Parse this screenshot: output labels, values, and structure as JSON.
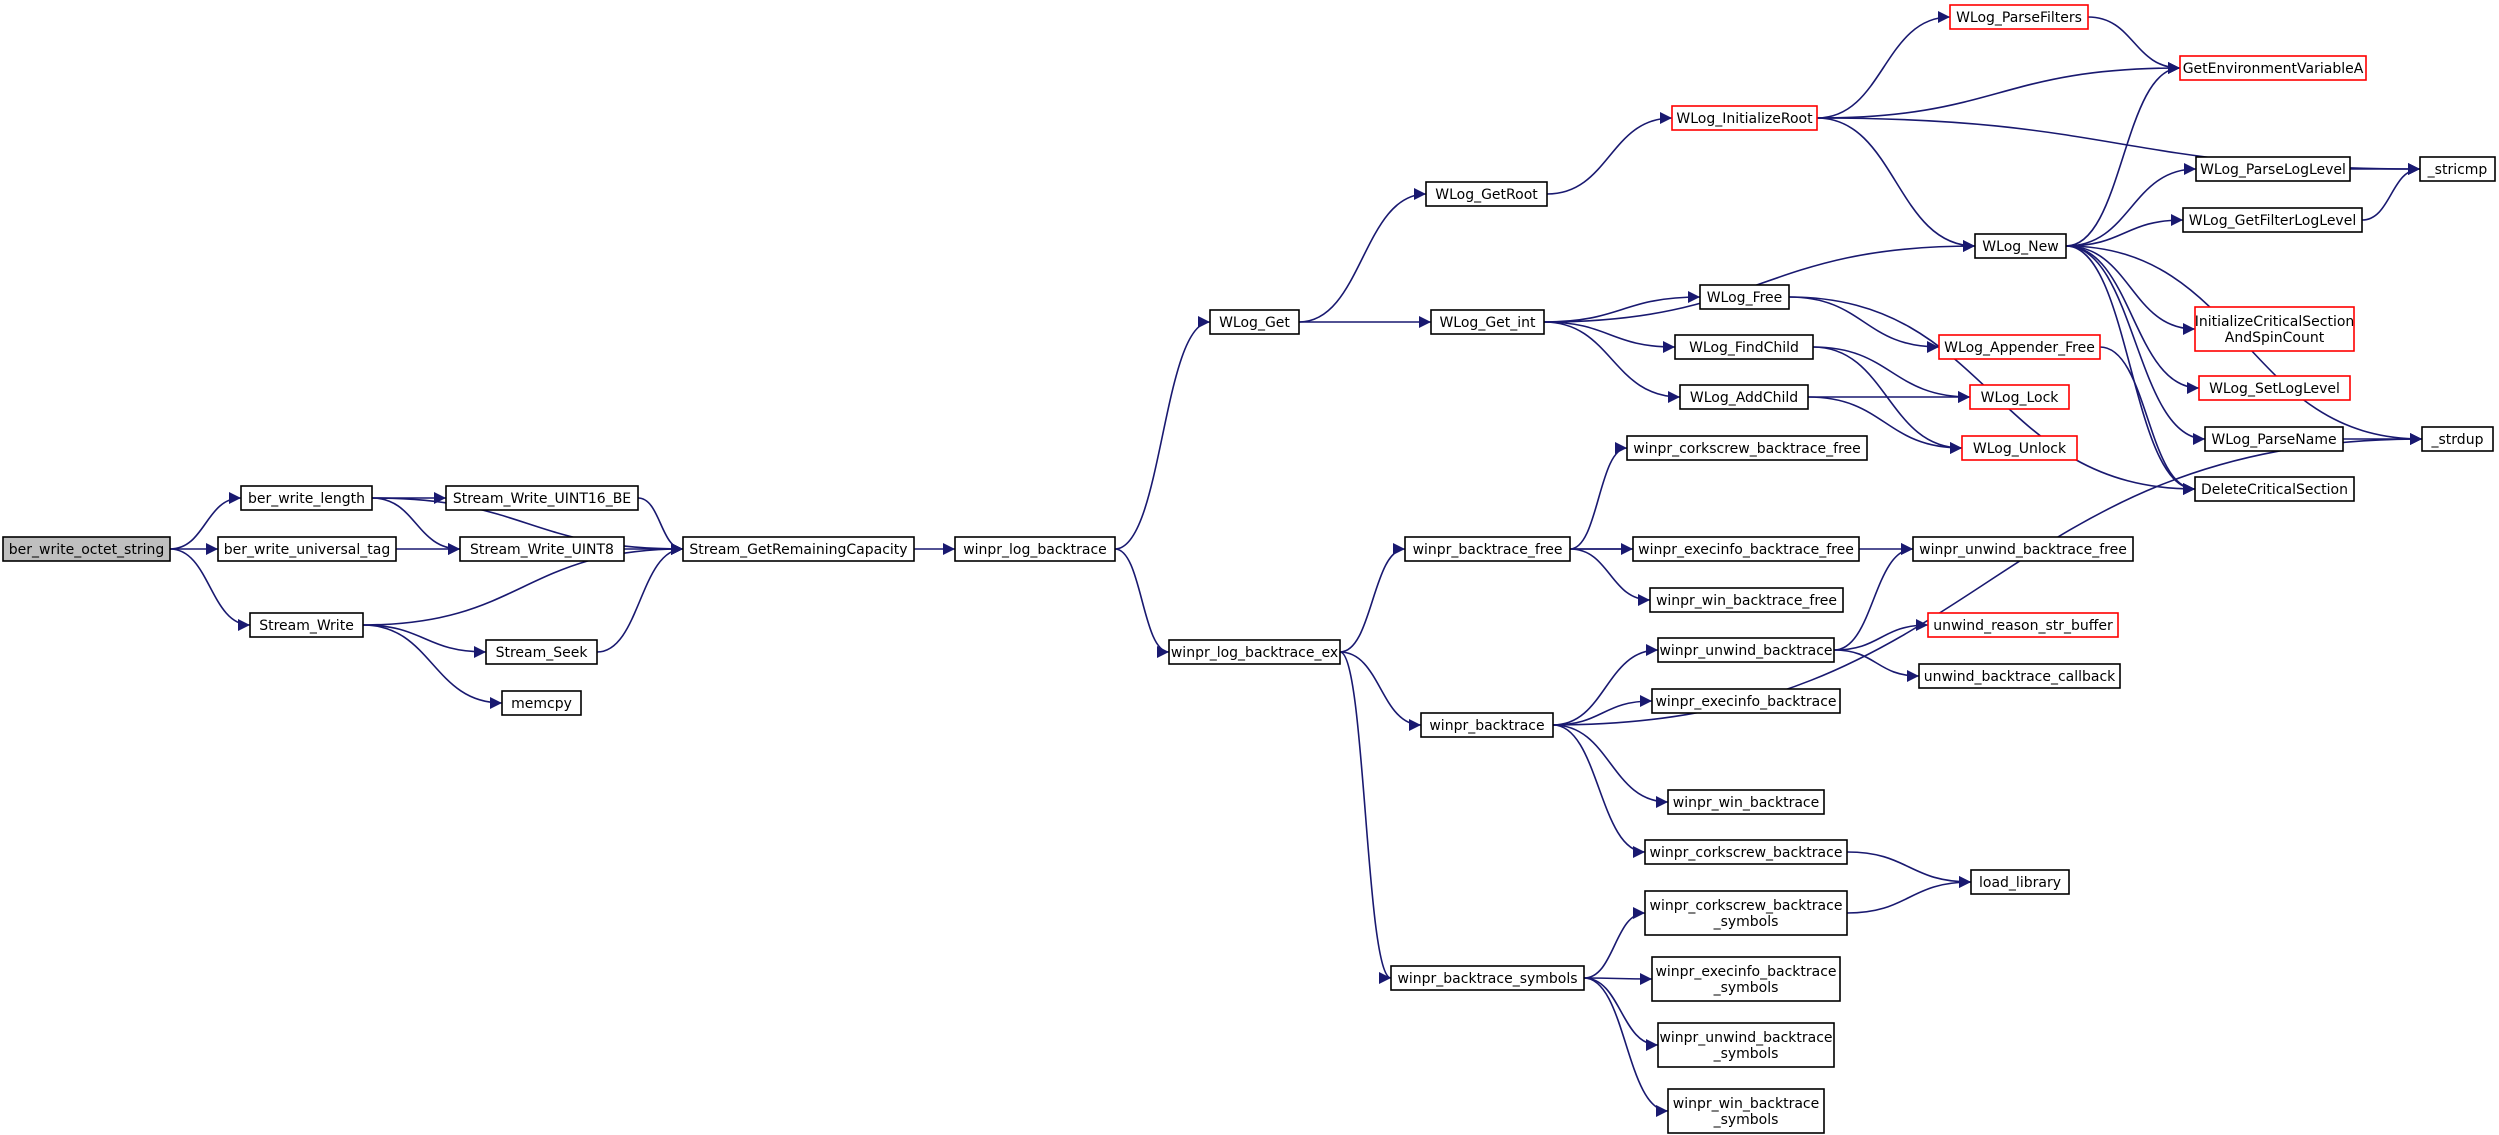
{
  "colors": {
    "edge": "#191970",
    "node_border": "#000000",
    "node_border_truncated": "#ff0000",
    "root_fill": "#bfbfbf",
    "node_fill": "#ffffff"
  },
  "nodes": {
    "ber_write_octet_string": {
      "lines": [
        "ber_write_octet_string"
      ],
      "variant": "root"
    },
    "ber_write_length": {
      "lines": [
        "ber_write_length"
      ]
    },
    "ber_write_universal_tag": {
      "lines": [
        "ber_write_universal_tag"
      ]
    },
    "Stream_Write": {
      "lines": [
        "Stream_Write"
      ]
    },
    "Stream_Write_UINT16_BE": {
      "lines": [
        "Stream_Write_UINT16_BE"
      ]
    },
    "Stream_Write_UINT8": {
      "lines": [
        "Stream_Write_UINT8"
      ]
    },
    "Stream_Seek": {
      "lines": [
        "Stream_Seek"
      ]
    },
    "memcpy": {
      "lines": [
        "memcpy"
      ]
    },
    "Stream_GetRemainingCapacity": {
      "lines": [
        "Stream_GetRemainingCapacity"
      ]
    },
    "winpr_log_backtrace": {
      "lines": [
        "winpr_log_backtrace"
      ]
    },
    "WLog_Get": {
      "lines": [
        "WLog_Get"
      ]
    },
    "winpr_log_backtrace_ex": {
      "lines": [
        "winpr_log_backtrace_ex"
      ]
    },
    "WLog_GetRoot": {
      "lines": [
        "WLog_GetRoot"
      ]
    },
    "WLog_Get_int": {
      "lines": [
        "WLog_Get_int"
      ]
    },
    "winpr_backtrace_free": {
      "lines": [
        "winpr_backtrace_free"
      ]
    },
    "winpr_backtrace": {
      "lines": [
        "winpr_backtrace"
      ]
    },
    "winpr_backtrace_symbols": {
      "lines": [
        "winpr_backtrace_symbols"
      ]
    },
    "WLog_InitializeRoot": {
      "lines": [
        "WLog_InitializeRoot"
      ],
      "variant": "truncated"
    },
    "WLog_ParseFilters": {
      "lines": [
        "WLog_ParseFilters"
      ],
      "variant": "truncated"
    },
    "GetEnvironmentVariableA": {
      "lines": [
        "GetEnvironmentVariableA"
      ],
      "variant": "truncated"
    },
    "_stricmp": {
      "lines": [
        "_stricmp"
      ]
    },
    "WLog_New": {
      "lines": [
        "WLog_New"
      ]
    },
    "WLog_Free": {
      "lines": [
        "WLog_Free"
      ]
    },
    "WLog_FindChild": {
      "lines": [
        "WLog_FindChild"
      ]
    },
    "WLog_AddChild": {
      "lines": [
        "WLog_AddChild"
      ]
    },
    "WLog_ParseLogLevel": {
      "lines": [
        "WLog_ParseLogLevel"
      ]
    },
    "WLog_GetFilterLogLevel": {
      "lines": [
        "WLog_GetFilterLogLevel"
      ]
    },
    "InitializeCriticalSectionAndSpinCount": {
      "lines": [
        "InitializeCriticalSection",
        "AndSpinCount"
      ],
      "variant": "truncated"
    },
    "WLog_SetLogLevel": {
      "lines": [
        "WLog_SetLogLevel"
      ],
      "variant": "truncated"
    },
    "WLog_ParseName": {
      "lines": [
        "WLog_ParseName"
      ]
    },
    "_strdup": {
      "lines": [
        "_strdup"
      ]
    },
    "DeleteCriticalSection": {
      "lines": [
        "DeleteCriticalSection"
      ]
    },
    "WLog_Appender_Free": {
      "lines": [
        "WLog_Appender_Free"
      ],
      "variant": "truncated"
    },
    "WLog_Lock": {
      "lines": [
        "WLog_Lock"
      ],
      "variant": "truncated"
    },
    "WLog_Unlock": {
      "lines": [
        "WLog_Unlock"
      ],
      "variant": "truncated"
    },
    "winpr_corkscrew_backtrace_free": {
      "lines": [
        "winpr_corkscrew_backtrace_free"
      ]
    },
    "winpr_execinfo_backtrace_free": {
      "lines": [
        "winpr_execinfo_backtrace_free"
      ]
    },
    "winpr_unwind_backtrace_free": {
      "lines": [
        "winpr_unwind_backtrace_free"
      ]
    },
    "winpr_win_backtrace_free": {
      "lines": [
        "winpr_win_backtrace_free"
      ]
    },
    "winpr_unwind_backtrace": {
      "lines": [
        "winpr_unwind_backtrace"
      ]
    },
    "unwind_reason_str_buffer": {
      "lines": [
        "unwind_reason_str_buffer"
      ],
      "variant": "truncated"
    },
    "unwind_backtrace_callback": {
      "lines": [
        "unwind_backtrace_callback"
      ]
    },
    "winpr_execinfo_backtrace": {
      "lines": [
        "winpr_execinfo_backtrace"
      ]
    },
    "winpr_win_backtrace": {
      "lines": [
        "winpr_win_backtrace"
      ]
    },
    "winpr_corkscrew_backtrace": {
      "lines": [
        "winpr_corkscrew_backtrace"
      ]
    },
    "load_library": {
      "lines": [
        "load_library"
      ]
    },
    "winpr_corkscrew_backtrace_symbols": {
      "lines": [
        "winpr_corkscrew_backtrace",
        "_symbols"
      ]
    },
    "winpr_execinfo_backtrace_symbols": {
      "lines": [
        "winpr_execinfo_backtrace",
        "_symbols"
      ]
    },
    "winpr_unwind_backtrace_symbols": {
      "lines": [
        "winpr_unwind_backtrace",
        "_symbols"
      ]
    },
    "winpr_win_backtrace_symbols": {
      "lines": [
        "winpr_win_backtrace",
        "_symbols"
      ]
    }
  },
  "edges": [
    [
      "ber_write_octet_string",
      "ber_write_length"
    ],
    [
      "ber_write_octet_string",
      "ber_write_universal_tag"
    ],
    [
      "ber_write_octet_string",
      "Stream_Write"
    ],
    [
      "ber_write_length",
      "Stream_GetRemainingCapacity"
    ],
    [
      "ber_write_length",
      "Stream_Write_UINT16_BE"
    ],
    [
      "ber_write_length",
      "Stream_Write_UINT8"
    ],
    [
      "ber_write_universal_tag",
      "Stream_Write_UINT8"
    ],
    [
      "Stream_Write",
      "Stream_GetRemainingCapacity"
    ],
    [
      "Stream_Write",
      "Stream_Seek"
    ],
    [
      "Stream_Write",
      "memcpy"
    ],
    [
      "Stream_Write_UINT16_BE",
      "Stream_GetRemainingCapacity"
    ],
    [
      "Stream_Write_UINT8",
      "Stream_GetRemainingCapacity"
    ],
    [
      "Stream_Seek",
      "Stream_GetRemainingCapacity"
    ],
    [
      "Stream_GetRemainingCapacity",
      "winpr_log_backtrace"
    ],
    [
      "winpr_log_backtrace",
      "WLog_Get"
    ],
    [
      "winpr_log_backtrace",
      "winpr_log_backtrace_ex"
    ],
    [
      "WLog_Get",
      "WLog_GetRoot"
    ],
    [
      "WLog_Get",
      "WLog_Get_int"
    ],
    [
      "WLog_GetRoot",
      "WLog_InitializeRoot"
    ],
    [
      "WLog_InitializeRoot",
      "WLog_ParseFilters"
    ],
    [
      "WLog_InitializeRoot",
      "GetEnvironmentVariableA"
    ],
    [
      "WLog_InitializeRoot",
      "_stricmp"
    ],
    [
      "WLog_InitializeRoot",
      "WLog_New"
    ],
    [
      "WLog_ParseFilters",
      "GetEnvironmentVariableA"
    ],
    [
      "WLog_Get_int",
      "WLog_New"
    ],
    [
      "WLog_Get_int",
      "WLog_Free"
    ],
    [
      "WLog_Get_int",
      "WLog_FindChild"
    ],
    [
      "WLog_Get_int",
      "WLog_AddChild"
    ],
    [
      "WLog_New",
      "GetEnvironmentVariableA"
    ],
    [
      "WLog_New",
      "WLog_ParseLogLevel"
    ],
    [
      "WLog_New",
      "WLog_GetFilterLogLevel"
    ],
    [
      "WLog_New",
      "InitializeCriticalSectionAndSpinCount"
    ],
    [
      "WLog_New",
      "WLog_SetLogLevel"
    ],
    [
      "WLog_New",
      "WLog_ParseName"
    ],
    [
      "WLog_New",
      "_strdup"
    ],
    [
      "WLog_New",
      "DeleteCriticalSection"
    ],
    [
      "WLog_ParseLogLevel",
      "_stricmp"
    ],
    [
      "WLog_GetFilterLogLevel",
      "_stricmp"
    ],
    [
      "WLog_ParseName",
      "_strdup"
    ],
    [
      "WLog_Free",
      "WLog_Appender_Free"
    ],
    [
      "WLog_Free",
      "DeleteCriticalSection"
    ],
    [
      "WLog_Appender_Free",
      "DeleteCriticalSection"
    ],
    [
      "WLog_FindChild",
      "WLog_Lock"
    ],
    [
      "WLog_FindChild",
      "WLog_Unlock"
    ],
    [
      "WLog_AddChild",
      "WLog_Lock"
    ],
    [
      "WLog_AddChild",
      "WLog_Unlock"
    ],
    [
      "winpr_log_backtrace_ex",
      "winpr_backtrace_free"
    ],
    [
      "winpr_log_backtrace_ex",
      "winpr_backtrace"
    ],
    [
      "winpr_log_backtrace_ex",
      "winpr_backtrace_symbols"
    ],
    [
      "winpr_backtrace_free",
      "winpr_corkscrew_backtrace_free"
    ],
    [
      "winpr_backtrace_free",
      "winpr_execinfo_backtrace_free"
    ],
    [
      "winpr_backtrace_free",
      "winpr_unwind_backtrace_free"
    ],
    [
      "winpr_backtrace_free",
      "winpr_win_backtrace_free"
    ],
    [
      "winpr_backtrace",
      "winpr_unwind_backtrace"
    ],
    [
      "winpr_backtrace",
      "winpr_execinfo_backtrace"
    ],
    [
      "winpr_backtrace",
      "_strdup"
    ],
    [
      "winpr_backtrace",
      "winpr_win_backtrace"
    ],
    [
      "winpr_backtrace",
      "winpr_corkscrew_backtrace"
    ],
    [
      "winpr_unwind_backtrace",
      "winpr_unwind_backtrace_free"
    ],
    [
      "winpr_unwind_backtrace",
      "unwind_reason_str_buffer"
    ],
    [
      "winpr_unwind_backtrace",
      "unwind_backtrace_callback"
    ],
    [
      "winpr_corkscrew_backtrace",
      "load_library"
    ],
    [
      "winpr_backtrace_symbols",
      "winpr_corkscrew_backtrace_symbols"
    ],
    [
      "winpr_backtrace_symbols",
      "winpr_execinfo_backtrace_symbols"
    ],
    [
      "winpr_backtrace_symbols",
      "winpr_unwind_backtrace_symbols"
    ],
    [
      "winpr_backtrace_symbols",
      "winpr_win_backtrace_symbols"
    ],
    [
      "winpr_corkscrew_backtrace_symbols",
      "load_library"
    ]
  ]
}
